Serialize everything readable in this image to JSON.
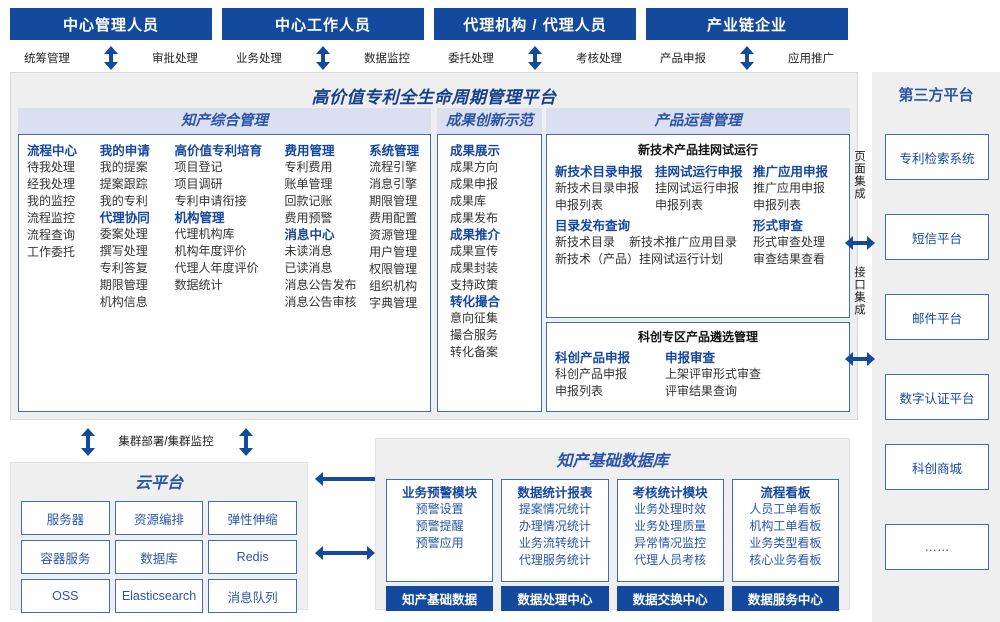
{
  "roles": [
    {
      "title": "中心管理人员",
      "left": "统筹管理",
      "right": "审批处理"
    },
    {
      "title": "中心工作人员",
      "left": "业务处理",
      "right": "数据监控"
    },
    {
      "title": "代理机构 / 代理人员",
      "left": "委托处理",
      "right": "考核处理"
    },
    {
      "title": "产业链企业",
      "left": "产品申报",
      "right": "应用推广"
    }
  ],
  "platform": {
    "title": "高价值专利全生命周期管理平台",
    "sections": {
      "ip_mgmt": {
        "title": "知产综合管理",
        "columns": [
          {
            "groups": [
              {
                "head": "流程中心",
                "items": [
                  "待我处理",
                  "经我处理",
                  "我的监控",
                  "流程监控",
                  "流程查询",
                  "工作委托"
                ]
              }
            ]
          },
          {
            "groups": [
              {
                "head": "我的申请",
                "items": [
                  "我的提案",
                  "提案跟踪",
                  "我的专利"
                ]
              },
              {
                "head": "代理协同",
                "items": [
                  "委案处理",
                  "撰写处理",
                  "专利答复",
                  "期限管理",
                  "机构信息"
                ]
              }
            ]
          },
          {
            "groups": [
              {
                "head": "高价值专利培育",
                "items": [
                  "项目登记",
                  "项目调研",
                  "专利申请衔接"
                ]
              },
              {
                "head": "机构管理",
                "items": [
                  "代理机构库",
                  "机构年度评价",
                  "代理人年度评价",
                  "数据统计"
                ]
              }
            ]
          },
          {
            "groups": [
              {
                "head": "费用管理",
                "items": [
                  "专利费用",
                  "账单管理",
                  "回款记账",
                  "费用预警"
                ]
              },
              {
                "head": "消息中心",
                "items": [
                  "未读消息",
                  "已读消息",
                  "消息公告发布",
                  "消息公告审核"
                ]
              }
            ]
          },
          {
            "groups": [
              {
                "head": "系统管理",
                "items": [
                  "流程引擎",
                  "消息引擎",
                  "期限管理",
                  "费用配置",
                  "资源管理",
                  "用户管理",
                  "权限管理",
                  "组织机构",
                  "字典管理"
                ]
              }
            ]
          }
        ]
      },
      "innovation": {
        "title": "成果创新示范",
        "groups": [
          {
            "head": "成果展示",
            "items": [
              "成果方向",
              "成果申报",
              "成果库",
              "成果发布"
            ]
          },
          {
            "head": "成果推介",
            "items": [
              "成果宣传",
              "成果封装",
              "支持政策"
            ]
          },
          {
            "head": "转化撮合",
            "items": [
              "意向征集",
              "撮合服务",
              "转化备案"
            ]
          }
        ]
      },
      "product_ops": {
        "title": "产品运营管理",
        "block1": {
          "head": "新技术产品挂网试运行",
          "row1": [
            {
              "head": "新技术目录申报",
              "items": [
                "新技术目录申报",
                "申报列表"
              ]
            },
            {
              "head": "挂网试运行申报",
              "items": [
                "挂网试运行申报",
                "申报列表"
              ]
            },
            {
              "head": "推广应用申报",
              "items": [
                "推广应用申报",
                "申报列表"
              ]
            }
          ],
          "row2": [
            {
              "head": "目录发布查询",
              "items": [
                "新技术目录",
                "新技术推广应用目录",
                "新技术（产品）挂网试运行计划"
              ]
            },
            {
              "head": "形式审查",
              "items": [
                "形式审查处理",
                "审查结果查看"
              ]
            }
          ]
        },
        "block2": {
          "head": "科创专区产品遴选管理",
          "cols": [
            {
              "head": "科创产品申报",
              "items": [
                "科创产品申报",
                "申报列表"
              ]
            },
            {
              "head": "申报审查",
              "items": [
                "上架评审形式审查",
                "评审结果查询"
              ]
            }
          ]
        }
      }
    }
  },
  "third_party": {
    "title": "第三方平台",
    "labels": {
      "page_integration": "页面集成",
      "api_integration": "接口集成"
    },
    "items": [
      "专利检索系统",
      "短信平台",
      "邮件平台",
      "数字认证平台",
      "科创商城",
      "……"
    ]
  },
  "cloud": {
    "caption": "集群部署/集群监控",
    "title": "云平台",
    "cells": [
      "服务器",
      "资源编排",
      "弹性伸缩",
      "容器服务",
      "数据库",
      "Redis",
      "OSS",
      "Elasticsearch",
      "消息队列"
    ]
  },
  "database": {
    "title": "知产基础数据库",
    "columns": [
      {
        "head": "业务预警模块",
        "items": [
          "预警设置",
          "预警提醒",
          "预警应用"
        ],
        "footer": "知产基础数据"
      },
      {
        "head": "数据统计报表",
        "items": [
          "提案情况统计",
          "办理情况统计",
          "业务流转统计",
          "代理服务统计"
        ],
        "footer": "数据处理中心"
      },
      {
        "head": "考核统计模块",
        "items": [
          "业务处理时效",
          "业务处理质量",
          "异常情况监控",
          "代理人员考核"
        ],
        "footer": "数据交换中心"
      },
      {
        "head": "流程看板",
        "items": [
          "人员工单看板",
          "机构工单看板",
          "业务类型看板",
          "核心业务看板"
        ],
        "footer": "数据服务中心"
      }
    ]
  },
  "colors": {
    "brand": "#134a9e",
    "accent": "#2b55a8",
    "panel_bg": "#efefef",
    "lavender": "#dcdff0",
    "border": "#3f6cb5"
  }
}
